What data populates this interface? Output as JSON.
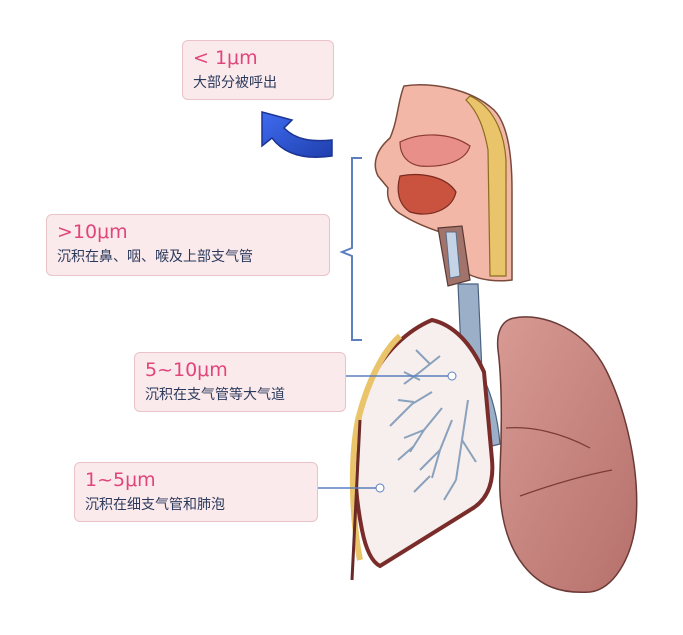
{
  "labels": [
    {
      "id": "lt1um",
      "size": "< 1μm",
      "desc": "大部分被呼出"
    },
    {
      "id": "gt10um",
      "size": ">10μm",
      "desc": "沉积在鼻、咽、喉及上部支气管"
    },
    {
      "id": "5to10um",
      "size": "5~10μm",
      "desc": "沉积在支气管等大气道"
    },
    {
      "id": "1to5um",
      "size": "1~5μm",
      "desc": "沉积在细支气管和肺泡"
    }
  ],
  "colors": {
    "box_fill": "#fbeaec",
    "box_border": "#e9c3c7",
    "size_text": "#e0457b",
    "desc_text": "#2b3a5c",
    "bracket": "#5b7fbf",
    "arrow": "#2f54d6",
    "lung": "#c98882",
    "airway": "#9bb0c8",
    "skin": "#f2b7a6",
    "bone": "#e9c46a"
  },
  "icons": [
    "exhale-arrow-icon",
    "bracket-icon",
    "pointer-line-icon"
  ]
}
